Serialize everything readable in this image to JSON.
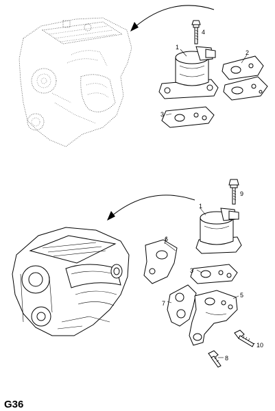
{
  "page_code": "G36",
  "callouts": [
    "4",
    "1",
    "2",
    "3",
    "9",
    "1",
    "6",
    "3",
    "7",
    "5",
    "10",
    "8"
  ],
  "colors": {
    "ink": "#000000",
    "paper": "#ffffff"
  }
}
